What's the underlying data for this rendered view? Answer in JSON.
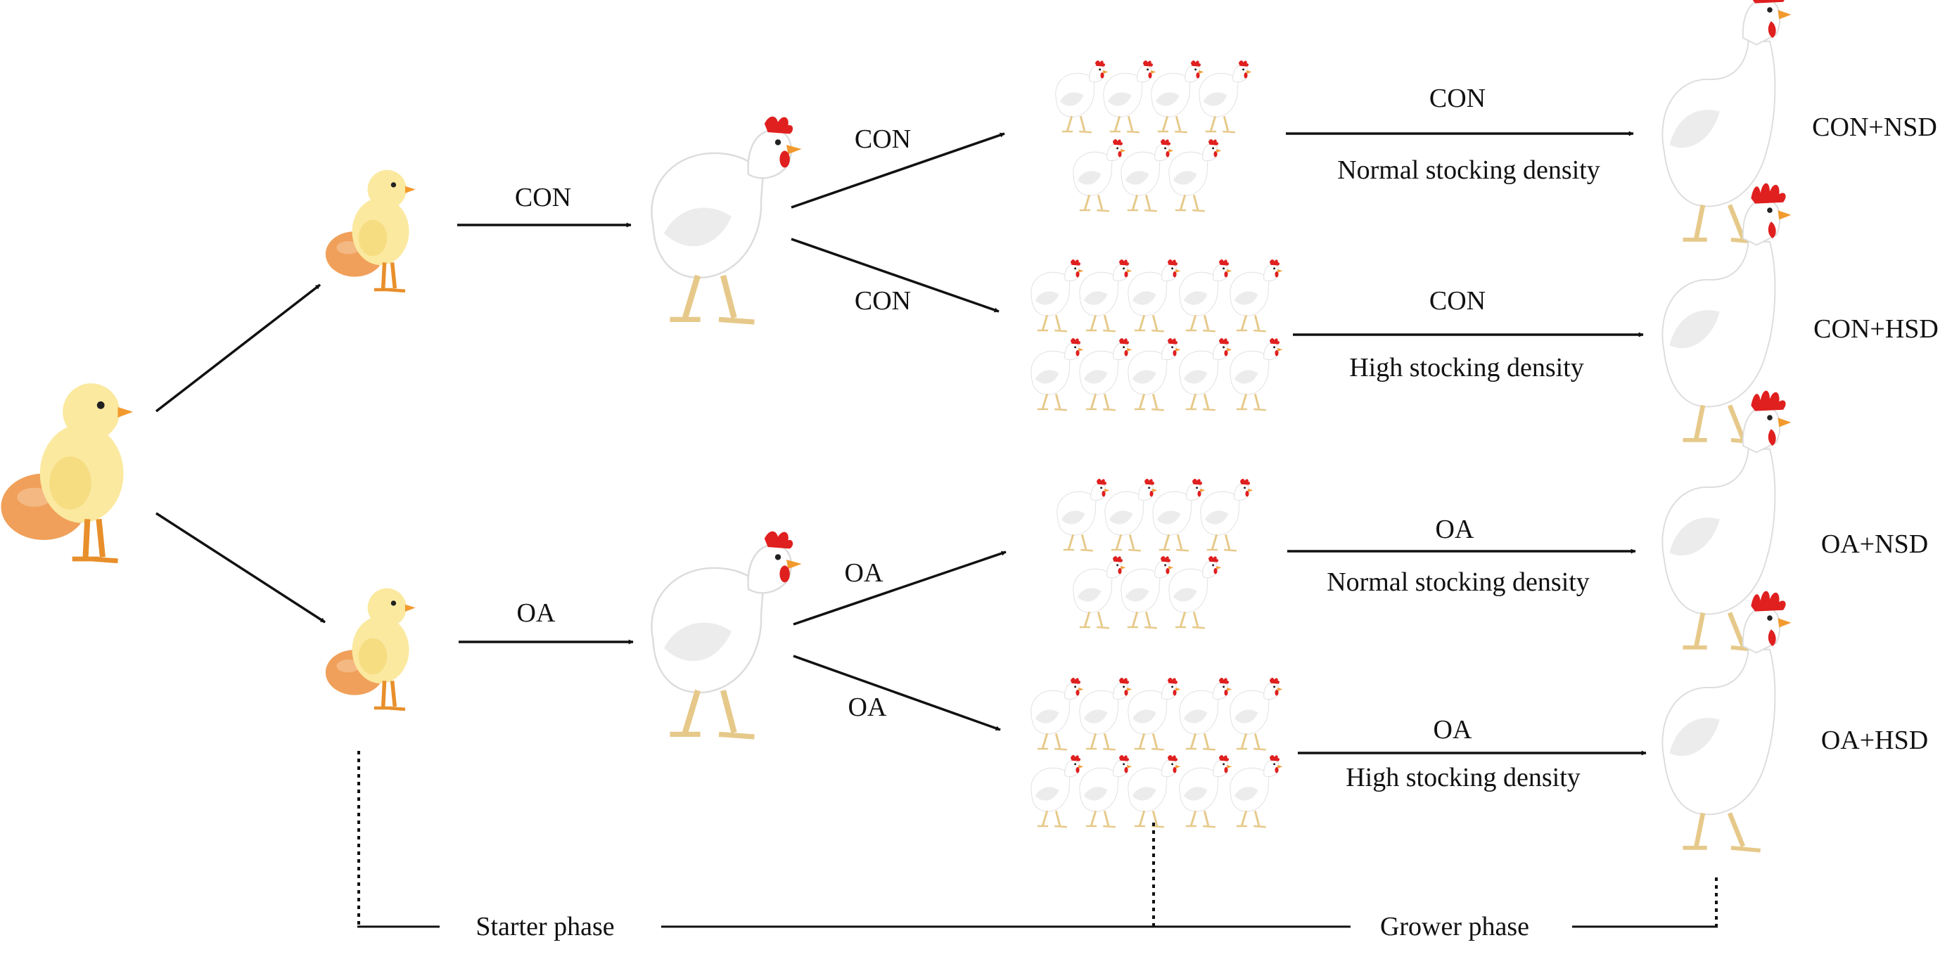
{
  "diagram": {
    "colors": {
      "line": "#111111",
      "egg": "#f0a05a",
      "egg_shade": "#d9783a",
      "chick": "#fbe9a0",
      "chick_shade": "#f3d36a",
      "beak": "#f29a2e",
      "leg_chick": "#e88f2b",
      "broiler": "#ffffff",
      "broiler_shade": "#dcdcdc",
      "comb": "#e01f1f",
      "leg_broiler": "#e6c98a"
    },
    "icons": [
      "chick-with-egg-icon",
      "broiler-chicken-icon",
      "rooster-icon"
    ],
    "branches": {
      "starter_con": "CON",
      "starter_oa": "OA",
      "grower_con_upper": "CON",
      "grower_con_lower": "CON",
      "grower_oa_upper": "OA",
      "grower_oa_lower": "OA"
    },
    "groups": [
      {
        "treatment": "CON",
        "density": "Normal stocking density",
        "outcome": "CON+NSD"
      },
      {
        "treatment": "CON",
        "density": "High stocking density",
        "outcome": "CON+HSD"
      },
      {
        "treatment": "OA",
        "density": "Normal stocking density",
        "outcome": "OA+NSD"
      },
      {
        "treatment": "OA",
        "density": "High stocking density",
        "outcome": "OA+HSD"
      }
    ],
    "phases": {
      "starter": "Starter phase",
      "grower": "Grower phase"
    }
  }
}
